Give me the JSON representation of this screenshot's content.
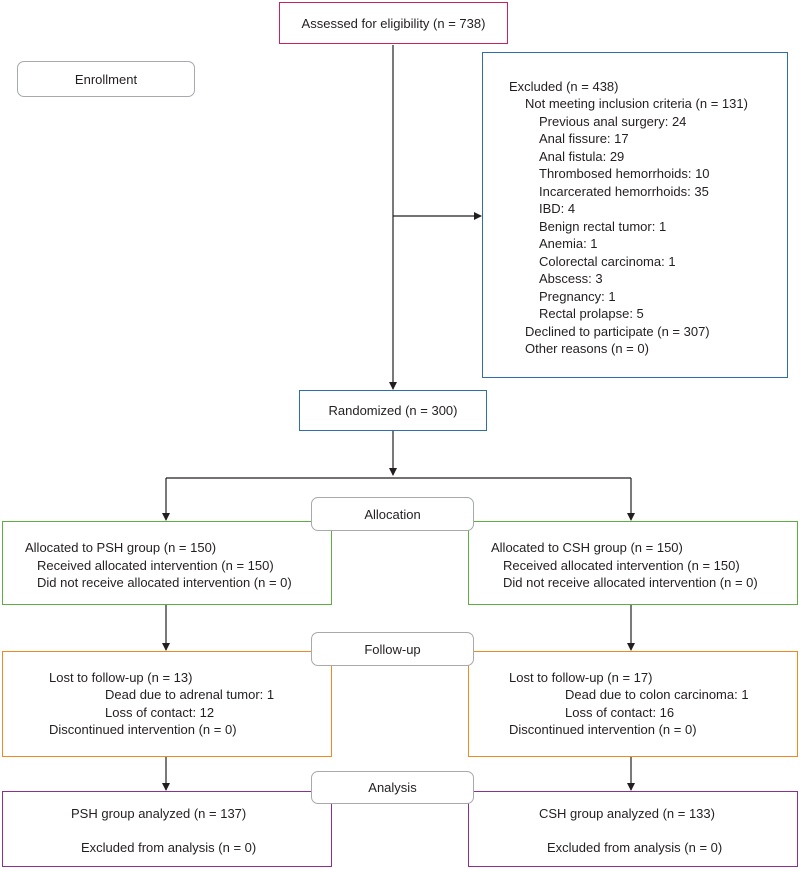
{
  "colors": {
    "eligibility": "#c8235a",
    "exclusion": "#2e6fa7",
    "allocation": "#5daf3f",
    "followup": "#ee8a21",
    "analysis": "#8c2f93",
    "stage": "#a7a9ac"
  },
  "stages": {
    "enrollment": "Enrollment",
    "allocation": "Allocation",
    "followup": "Follow-up",
    "analysis": "Analysis"
  },
  "eligibility": "Assessed for eligibility (n = 738)",
  "excluded": {
    "title": "Excluded (n = 438)",
    "criteria_title": "Not meeting inclusion criteria (n = 131)",
    "criteria": [
      "Previous anal surgery: 24",
      "Anal fissure: 17",
      "Anal fistula: 29",
      "Thrombosed hemorrhoids: 10",
      "Incarcerated hemorrhoids: 35",
      "IBD: 4",
      "Benign rectal tumor: 1",
      "Anemia: 1",
      "Colorectal carcinoma: 1",
      "Abscess: 3",
      "Pregnancy: 1",
      "Rectal prolapse: 5"
    ],
    "declined": "Declined to participate (n = 307)",
    "other": "Other reasons (n = 0)"
  },
  "randomized": "Randomized (n = 300)",
  "psh": {
    "allocated": "Allocated to PSH group (n = 150)",
    "received": "Received allocated intervention (n = 150)",
    "not_received": "Did not receive allocated intervention (n = 0)",
    "lost": "Lost to follow-up (n = 13)",
    "dead": "Dead due to adrenal tumor: 1",
    "loss_contact": "Loss of contact: 12",
    "discontinued": "Discontinued intervention (n = 0)",
    "analyzed": "PSH group analyzed (n = 137)",
    "excluded_analysis": "Excluded from analysis (n = 0)"
  },
  "csh": {
    "allocated": "Allocated to CSH group (n = 150)",
    "received": "Received allocated intervention (n = 150)",
    "not_received": "Did not receive allocated intervention (n = 0)",
    "lost": "Lost to follow-up (n = 17)",
    "dead": "Dead due to colon carcinoma: 1",
    "loss_contact": "Loss of contact: 16",
    "discontinued": "Discontinued intervention (n = 0)",
    "analyzed": "CSH group analyzed (n = 133)",
    "excluded_analysis": "Excluded from analysis (n = 0)"
  }
}
